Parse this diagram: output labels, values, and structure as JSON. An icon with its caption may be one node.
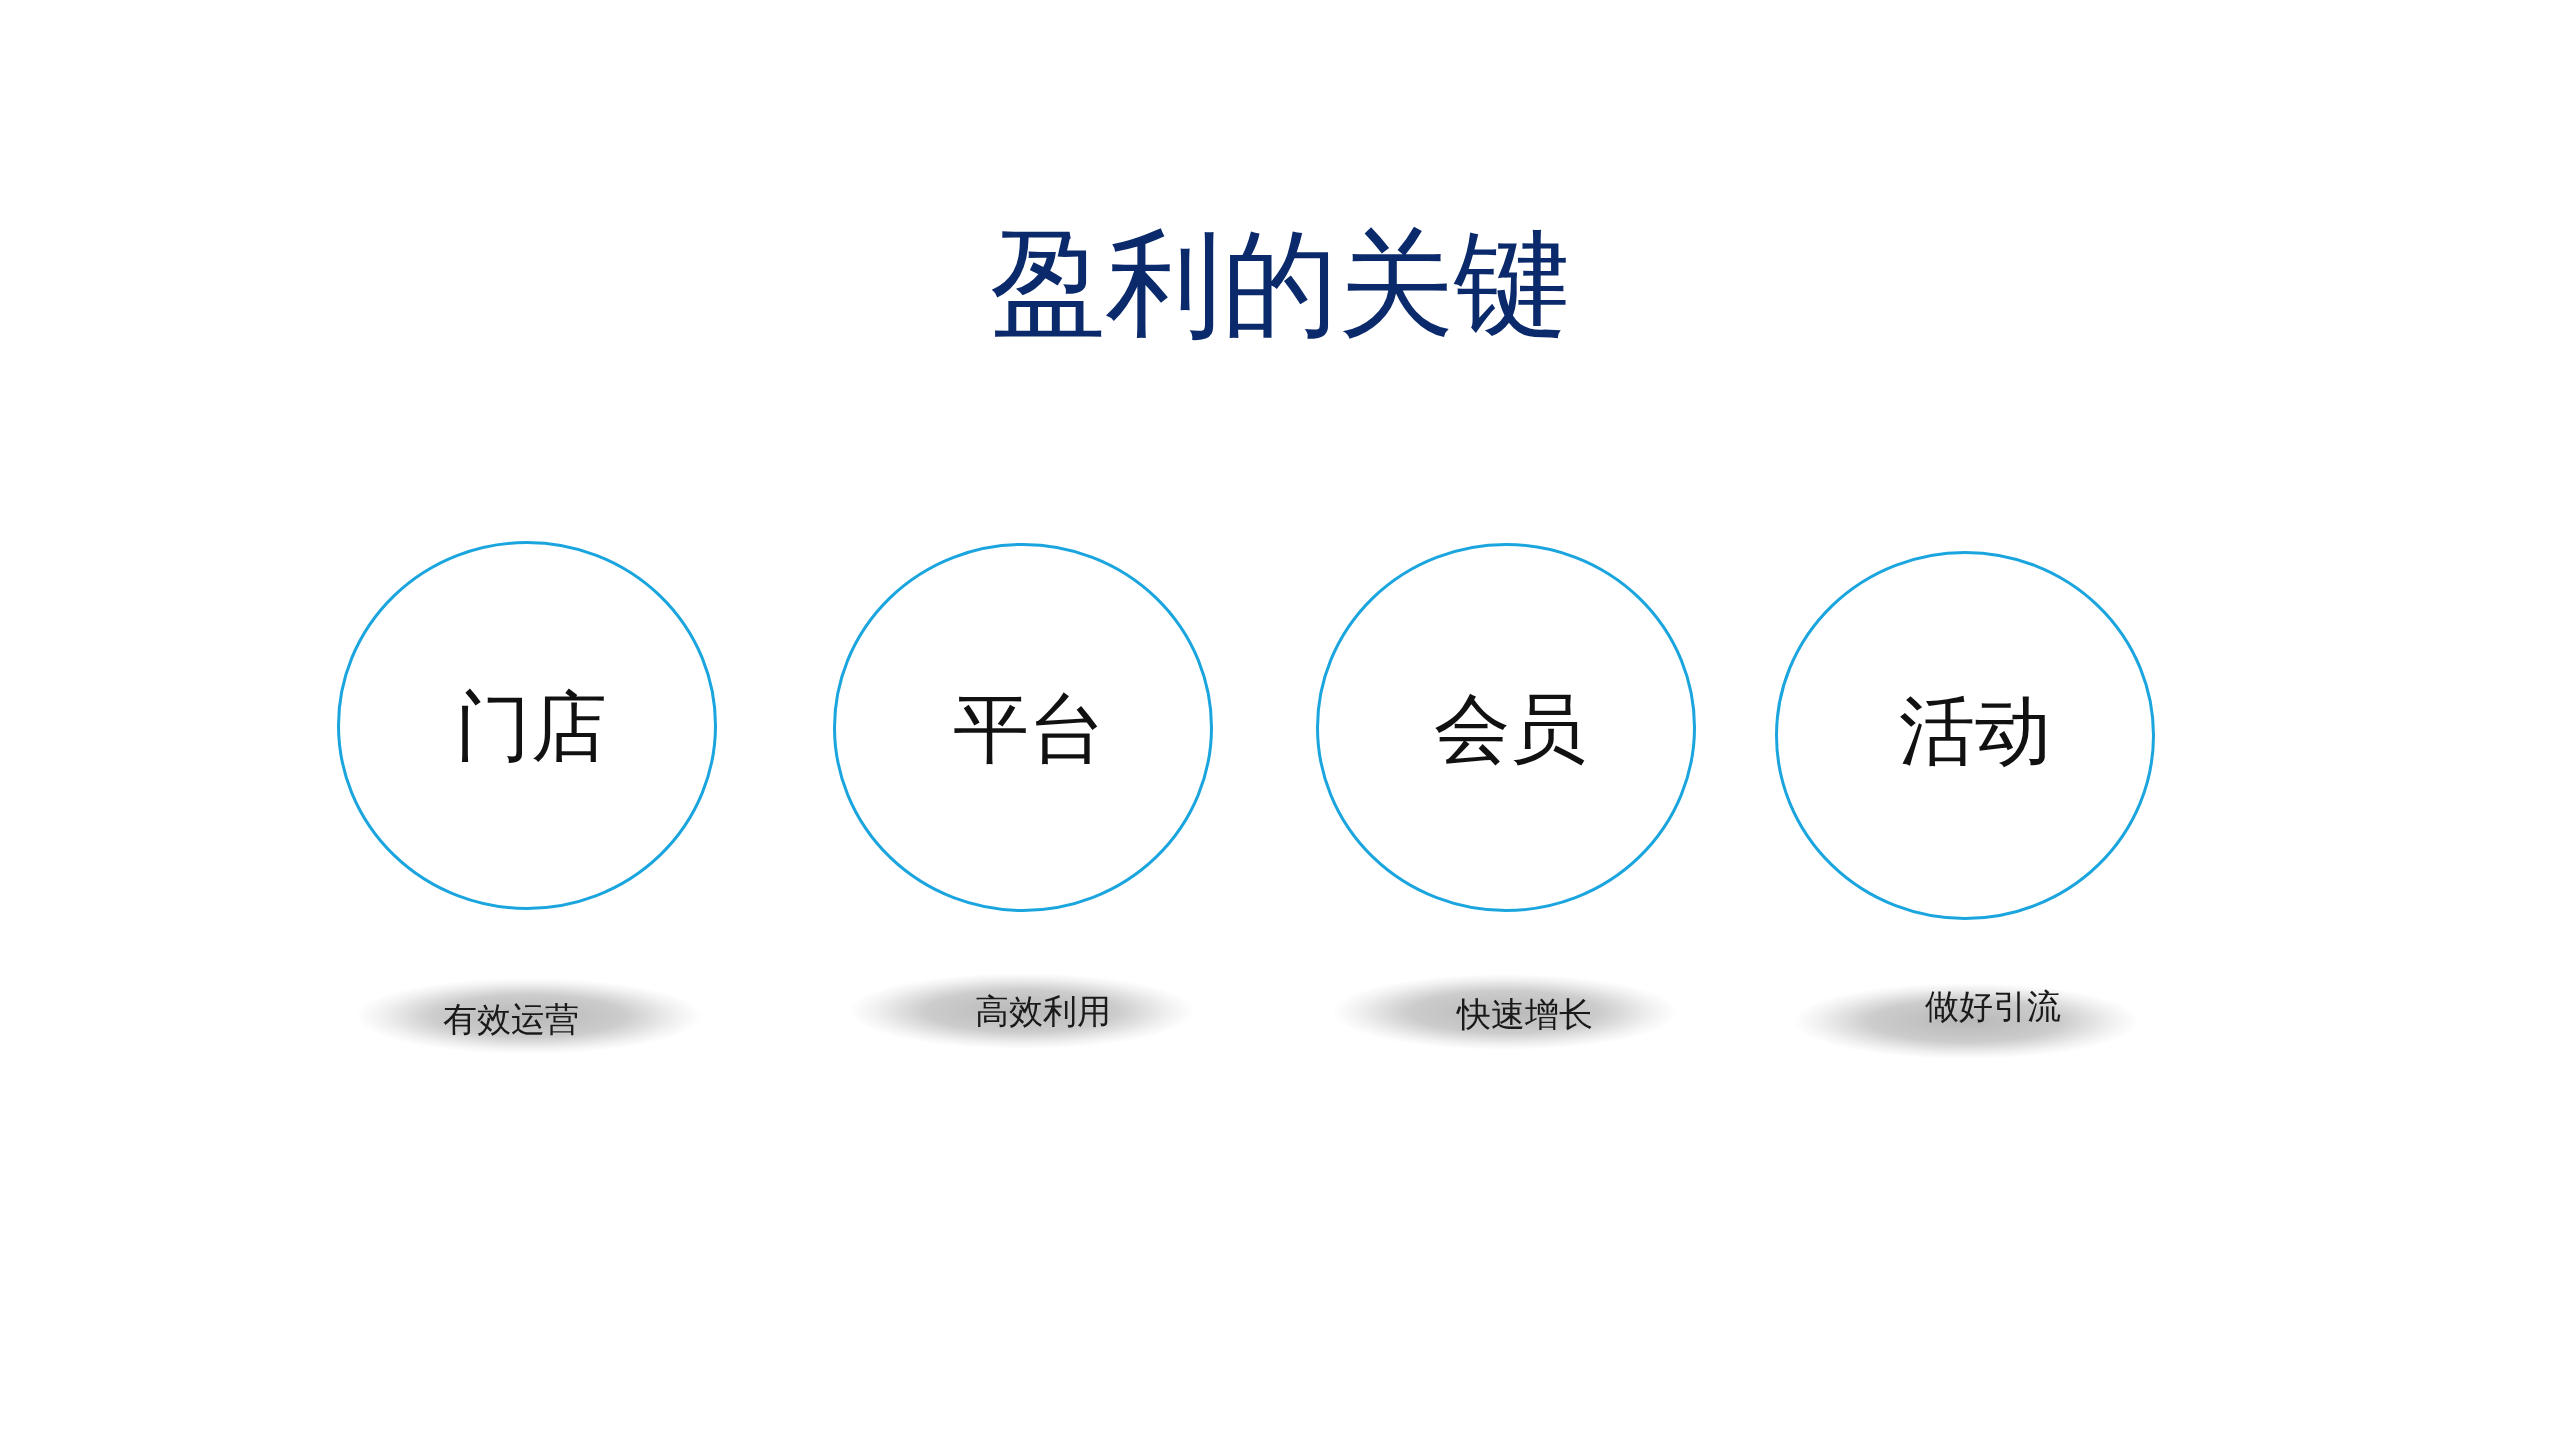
{
  "diagram": {
    "title": "盈利的关键",
    "nodes": [
      {
        "text": [
          "门店"
        ]
      },
      {
        "text": [
          "平台"
        ]
      },
      {
        "text": [
          "会员"
        ]
      },
      {
        "text": [
          "活动"
        ]
      },
      {
        "text": [
          "有效运营"
        ]
      },
      {
        "text": [
          "高效利用"
        ]
      },
      {
        "text": [
          "快速增长"
        ]
      },
      {
        "text": [
          "做好引流"
        ]
      }
    ]
  }
}
